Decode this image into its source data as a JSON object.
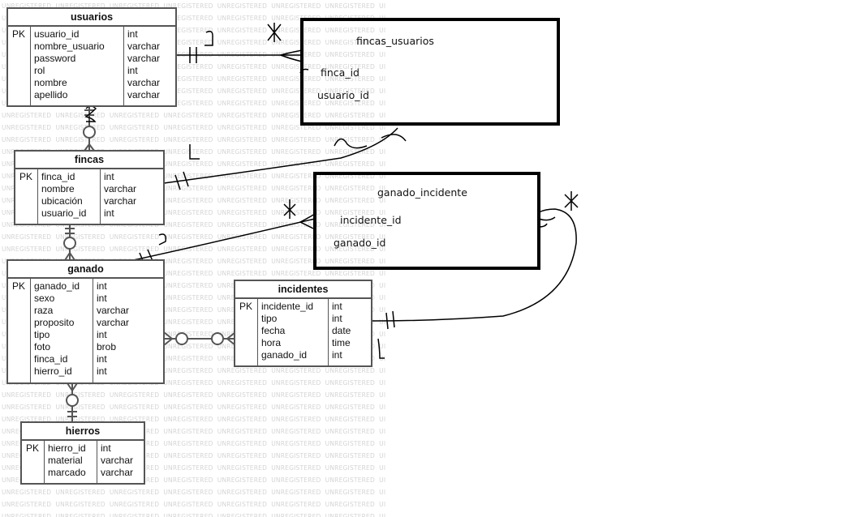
{
  "watermark": {
    "text": "UNREGISTERED",
    "cut": "UI"
  },
  "entities": {
    "usuarios": {
      "title": "usuarios",
      "pk": "PK",
      "fields": [
        "usuario_id",
        "nombre_usuario",
        "password",
        "rol",
        "nombre",
        "apellido"
      ],
      "types": [
        "int",
        "varchar",
        "varchar",
        "int",
        "varchar",
        "varchar"
      ]
    },
    "fincas": {
      "title": "fincas",
      "pk": "PK",
      "fields": [
        "finca_id",
        "nombre",
        "ubicación",
        "usuario_id"
      ],
      "types": [
        "int",
        "varchar",
        "varchar",
        "int"
      ]
    },
    "ganado": {
      "title": "ganado",
      "pk": "PK",
      "fields": [
        "ganado_id",
        "sexo",
        "raza",
        "proposito",
        "tipo",
        "foto",
        "finca_id",
        "hierro_id"
      ],
      "types": [
        "int",
        "int",
        "varchar",
        "varchar",
        "int",
        "brob",
        "int",
        "int"
      ]
    },
    "incidentes": {
      "title": "incidentes",
      "pk": "PK",
      "fields": [
        "incidente_id",
        "tipo",
        "fecha",
        "hora",
        "ganado_id"
      ],
      "types": [
        "int",
        "int",
        "date",
        "time",
        "int"
      ]
    },
    "hierros": {
      "title": "hierros",
      "pk": "PK",
      "fields": [
        "hierro_id",
        "material",
        "marcado"
      ],
      "types": [
        "int",
        "varchar",
        "varchar"
      ]
    }
  },
  "junctions": {
    "fincas_usuarios": {
      "title": "fincas_usuarios",
      "fields": [
        "finca_id",
        "usuario_id"
      ]
    },
    "ganado_incidente": {
      "title": "ganado_incidente",
      "fields": [
        "incidente_id",
        "ganado_id"
      ]
    }
  }
}
